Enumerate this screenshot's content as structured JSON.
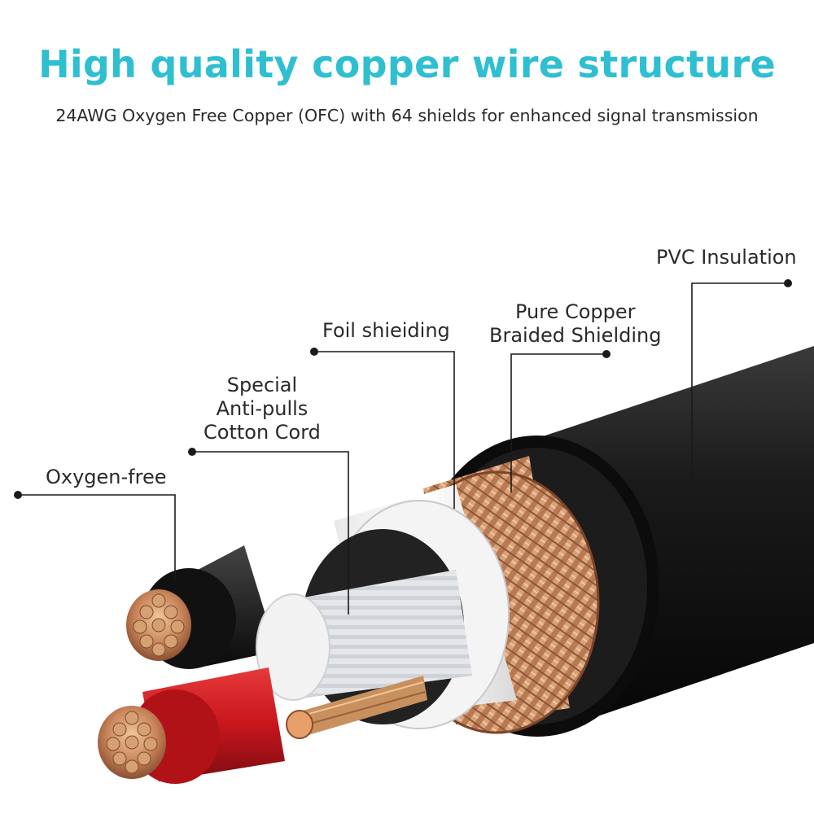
{
  "header": {
    "title": "High quality copper wire structure",
    "subtitle": "24AWG Oxygen Free Copper (OFC) with 64 shields for enhanced signal transmission"
  },
  "callouts": {
    "pvc": "PVC Insulation",
    "braid_line1": "Pure Copper",
    "braid_line2": "Braided Shielding",
    "foil": "Foil shieiding",
    "cord_line1": "Special",
    "cord_line2": "Anti-pulls",
    "cord_line3": "Cotton Cord",
    "oxygen": "Oxygen-free"
  },
  "colors": {
    "accent": "#2ebfd0",
    "jacket": "#141414",
    "copper": "#c8845a",
    "red_insulation": "#c8161d"
  }
}
